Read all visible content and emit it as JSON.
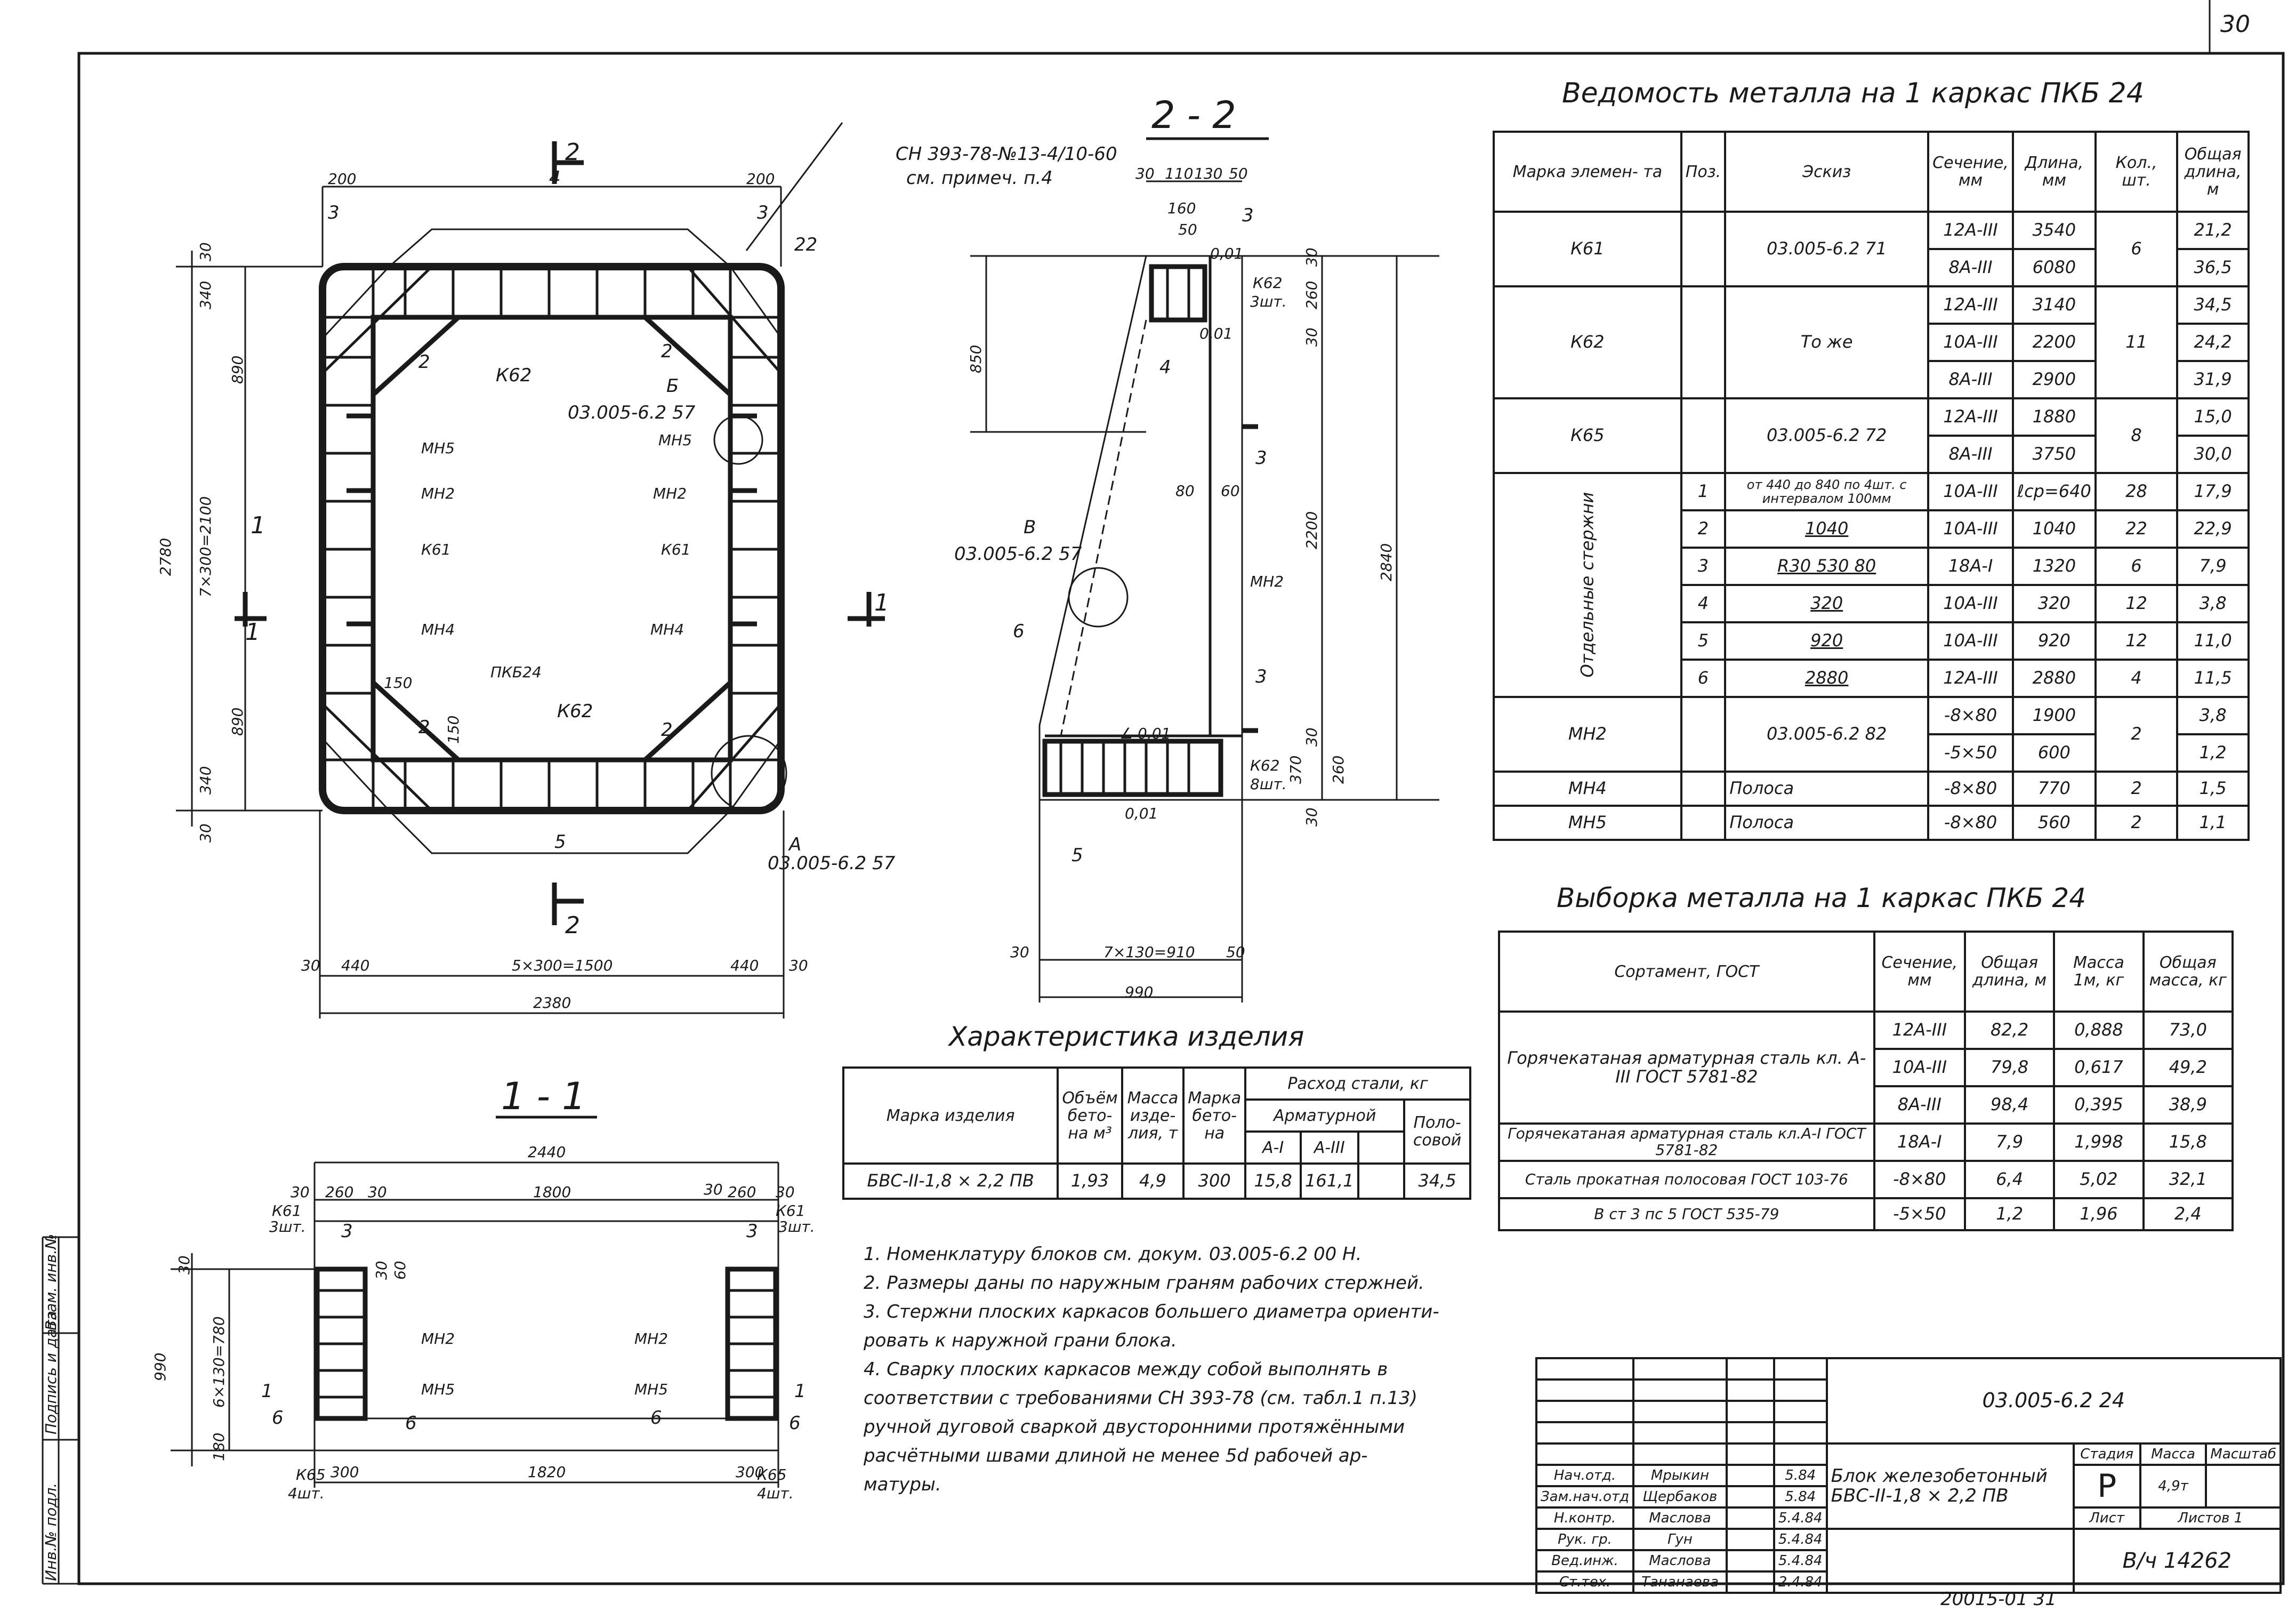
{
  "page_number": "30",
  "archive_number": "20015-01 31",
  "left_strip": [
    "Инв.№ подл.",
    "Подпись и дата",
    "Взам. инв.№"
  ],
  "section_2_2": {
    "title": "2 - 2",
    "dims_top": [
      "30",
      "110",
      "130",
      "50",
      "160",
      "50"
    ],
    "dims_left": [
      "850"
    ],
    "dims_right": [
      "30",
      "260",
      "30",
      "2200",
      "2840",
      "30",
      "260",
      "370",
      "30"
    ],
    "dims_bottom": [
      "30",
      "7×130=910",
      "50",
      "990"
    ],
    "labels": [
      "3",
      "0,01",
      "К62",
      "3шт.",
      "0,01",
      "4",
      "3",
      "80",
      "60",
      "МН2",
      "3",
      "6",
      "∠ 0,01",
      "К62",
      "8шт.",
      "0,01",
      "5"
    ],
    "callout_B_letter": "В",
    "callout_B_ref": "03.005-6.2  57"
  },
  "plan": {
    "section_marks": [
      "2",
      "2",
      "1",
      "1"
    ],
    "dims_top": [
      "200",
      "4",
      "200",
      "3",
      "3",
      "22"
    ],
    "note_ref_line1": "СН 393-78-№13-4/10-60",
    "note_ref_line2": "см. примеч. п.4",
    "dims_left": [
      "30",
      "340",
      "890",
      "2780",
      "7×300=2100",
      "890",
      "340",
      "30"
    ],
    "labels": [
      "2",
      "К62",
      "2",
      "МН5",
      "МН2",
      "К61",
      "МН4",
      "150",
      "2",
      "150",
      "ПКБ24",
      "К62",
      "2",
      "МН5",
      "МН2",
      "К61",
      "МН4",
      "1",
      "5"
    ],
    "callout_B_letter": "Б",
    "callout_B_ref": "03.005-6.2  57",
    "callout_A_letter": "А",
    "callout_A_ref": "03.005-6.2  57",
    "dims_bottom": [
      "30",
      "440",
      "5×300=1500",
      "440",
      "30",
      "2380"
    ]
  },
  "section_1_1": {
    "title": "1 - 1",
    "dims_top": [
      "2440",
      "30",
      "260",
      "30",
      "1800",
      "30",
      "260",
      "30"
    ],
    "dims_left": [
      "30",
      "990",
      "6×130=780",
      "180"
    ],
    "labels_left": [
      "К61",
      "3шт.",
      "3",
      "30",
      "60",
      "МН2",
      "МН5",
      "1",
      "6",
      "6",
      "К65",
      "4шт."
    ],
    "labels_right": [
      "К61",
      "3шт.",
      "3",
      "МН2",
      "МН5",
      "1",
      "6",
      "6",
      "К65",
      "4шт."
    ],
    "dims_bottom": [
      "300",
      "1820",
      "300"
    ]
  },
  "metal_sheet": {
    "title": "Ведомость   металла   на  1  каркас  ПКБ 24",
    "headers": [
      "Марка элемен- та",
      "Поз.",
      "Эскиз",
      "Сечение, мм",
      "Длина, мм",
      "Кол., шт.",
      "Общая длина, м"
    ],
    "side_label": "Отдельные стержни",
    "rows": [
      {
        "mark": "К61",
        "items": [
          [
            "12А-III",
            "3540",
            "21,2"
          ],
          [
            "8А-III",
            "6080",
            "36,5"
          ]
        ],
        "sketch": "03.005-6.2  71",
        "qty": "6"
      },
      {
        "mark": "К62",
        "items": [
          [
            "12А-III",
            "3140",
            "34,5"
          ],
          [
            "10А-III",
            "2200",
            "24,2"
          ],
          [
            "8А-III",
            "2900",
            "31,9"
          ]
        ],
        "sketch": "То же",
        "qty": "11"
      },
      {
        "mark": "К65",
        "items": [
          [
            "12А-III",
            "1880",
            "15,0"
          ],
          [
            "8А-III",
            "3750",
            "30,0"
          ]
        ],
        "sketch": "03.005-6.2  72",
        "qty": "8"
      }
    ],
    "bars": [
      {
        "pos": "1",
        "sketch": "от 440 до 840 по 4шт. с интервалом 100мм",
        "sec": "10А-III",
        "len": "ℓср=640",
        "qty": "28",
        "total": "17,9"
      },
      {
        "pos": "2",
        "sketch": "1040",
        "sec": "10А-III",
        "len": "1040",
        "qty": "22",
        "total": "22,9"
      },
      {
        "pos": "3",
        "sketch": "R30   530   80",
        "sec": "18А-I",
        "len": "1320",
        "qty": "6",
        "total": "7,9"
      },
      {
        "pos": "4",
        "sketch": "320",
        "sec": "10А-III",
        "len": "320",
        "qty": "12",
        "total": "3,8"
      },
      {
        "pos": "5",
        "sketch": "920",
        "sec": "10А-III",
        "len": "920",
        "qty": "12",
        "total": "11,0"
      },
      {
        "pos": "6",
        "sketch": "2880",
        "sec": "12А-III",
        "len": "2880",
        "qty": "4",
        "total": "11,5"
      }
    ],
    "mn2": {
      "mark": "МН2",
      "sketch": "03.005-6.2  82",
      "qty": "2",
      "items": [
        [
          "-8×80",
          "1900",
          "3,8"
        ],
        [
          "-5×50",
          "600",
          "1,2"
        ]
      ]
    },
    "mn4": {
      "mark": "МН4",
      "sketch": "Полоса",
      "sec": "-8×80",
      "len": "770",
      "qty": "2",
      "total": "1,5"
    },
    "mn5": {
      "mark": "МН5",
      "sketch": "Полоса",
      "sec": "-8×80",
      "len": "560",
      "qty": "2",
      "total": "1,1"
    }
  },
  "selection": {
    "title": "Выборка    металла   на  1  каркас  ПКБ 24",
    "headers": [
      "Сортамент, ГОСТ",
      "Сечение, мм",
      "Общая длина, м",
      "Масса 1м, кг",
      "Общая масса, кг"
    ],
    "group1_name": "Горячекатаная  арматурная  сталь кл. А-III  ГОСТ 5781-82",
    "group1": [
      [
        "12А-III",
        "82,2",
        "0,888",
        "73,0"
      ],
      [
        "10А-III",
        "79,8",
        "0,617",
        "49,2"
      ],
      [
        "8А-III",
        "98,4",
        "0,395",
        "38,9"
      ]
    ],
    "group2_name": "Горячекатаная  арматурная  сталь кл.А-I   ГОСТ 5781-82",
    "group2": [
      "18А-I",
      "7,9",
      "1,998",
      "15,8"
    ],
    "group3_name": "Сталь  прокатная  полосовая ГОСТ 103-76",
    "group3": [
      "-8×80",
      "6,4",
      "5,02",
      "32,1"
    ],
    "group4_name": "В  ст 3  пс 5   ГОСТ 535-79",
    "group4": [
      "-5×50",
      "1,2",
      "1,96",
      "2,4"
    ]
  },
  "characteristics": {
    "title": "Характеристика      изделия",
    "headers": {
      "mark": "Марка изделия",
      "volume": "Объём бето- на м³",
      "mass": "Масса изде- лия, т",
      "concrete": "Марка бето- на",
      "steel": "Расход стали, кг",
      "rebar": "Арматурной",
      "strip": "Поло- совой",
      "a1": "А-I",
      "a3": "А-III"
    },
    "row": {
      "mark": "БВС-II-1,8 × 2,2 ПВ",
      "volume": "1,93",
      "mass": "4,9",
      "concrete": "300",
      "a1": "15,8",
      "a3": "161,1",
      "empty": "",
      "strip": "34,5"
    }
  },
  "notes": [
    "1.  Номенклатуру    блоков    см.  докум.  03.005-6.2  00 Н.",
    "2.  Размеры  даны  по  наружным   граням   рабочих   стержней.",
    "3.  Стержни  плоских  каркасов  большего  диаметра  ориенти-",
    "     ровать   к  наружной   грани  блока.",
    "4.  Сварку   плоских   каркасов   между  собой  выполнять  в",
    "     соответствии  с  требованиями   СН 393-78  (см. табл.1  п.13)",
    "     ручной   дуговой  сваркой  двусторонними  протяжёнными",
    "     расчётными   швами  длиной   не менее  5d  рабочей  ар-",
    "     матуры."
  ],
  "stamp": {
    "doc_code": "03.005-6.2  24",
    "name_line1": "Блок   железобетонный",
    "name_line2": "БВС-II-1,8 × 2,2 ПВ",
    "stage_h": "Стадия",
    "mass_h": "Масса",
    "scale_h": "Масштаб",
    "stage": "Р",
    "mass": "4,9т",
    "sheet_h": "Лист",
    "sheets_h": "Листов 1",
    "org": "В/ч 14262",
    "people": [
      [
        "Нач.отд.",
        "Мрыкин",
        "5.84"
      ],
      [
        "Зам.нач.отд",
        "Щербаков",
        "5.84"
      ],
      [
        "Н.контр.",
        "Маслова",
        "5.4.84"
      ],
      [
        "Рук. гр.",
        "Гун",
        "5.4.84"
      ],
      [
        "Вед.инж.",
        "Маслова",
        "5.4.84"
      ],
      [
        "Ст.тех.",
        "Тананаева",
        "2.4.84"
      ]
    ]
  }
}
